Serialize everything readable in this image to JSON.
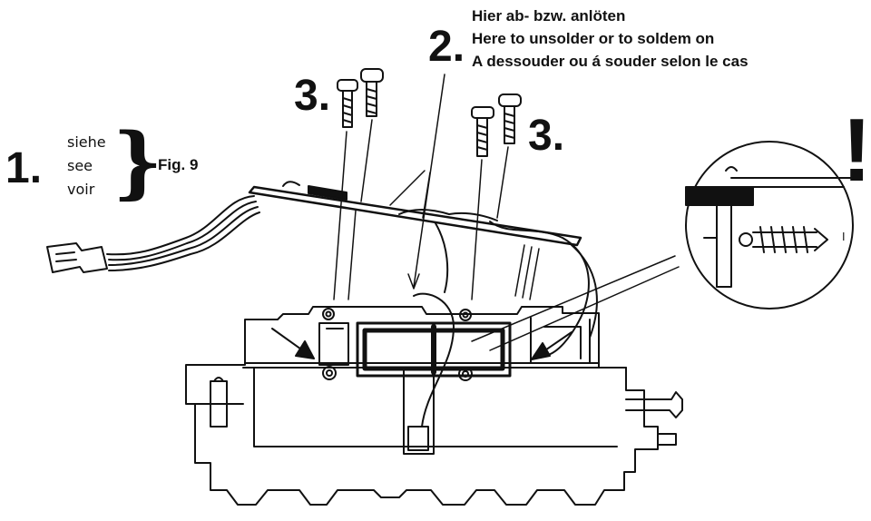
{
  "step1": {
    "number": "1.",
    "words": [
      "siehe",
      "see",
      "voir"
    ],
    "reference": "Fig. 9"
  },
  "step2": {
    "number": "2.",
    "lines": [
      "Hier ab- bzw. anlöten",
      "Here to unsolder or to soldem on",
      "A dessouder ou á souder selon le cas"
    ]
  },
  "step3": {
    "left_number": "3.",
    "right_number": "3."
  },
  "warning": {
    "symbol": "!"
  },
  "detail": {
    "label": "I"
  },
  "colors": {
    "ink": "#111111",
    "paper": "#ffffff"
  }
}
